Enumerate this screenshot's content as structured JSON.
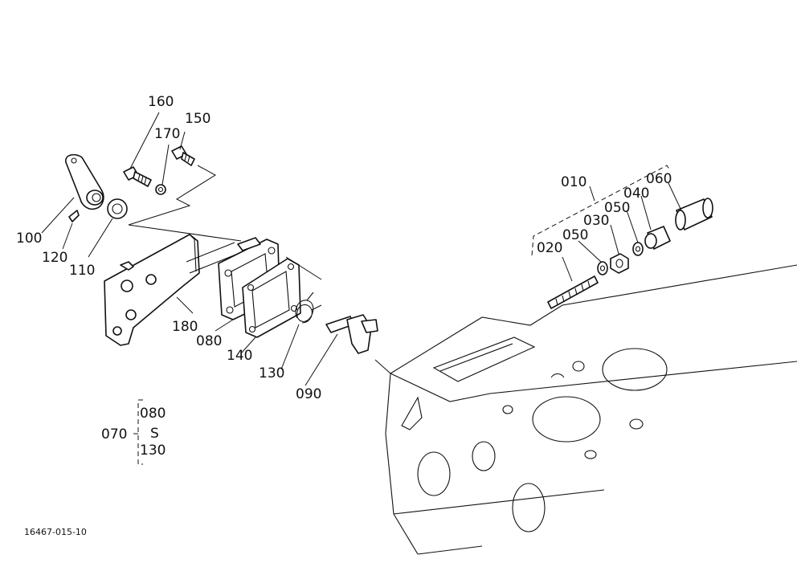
{
  "labels": {
    "p010": "010",
    "p020": "020",
    "p030": "030",
    "p040": "040",
    "p050a": "050",
    "p050b": "050",
    "p060": "060",
    "p070": "070",
    "p080": "080",
    "p090": "090",
    "p100": "100",
    "p110": "110",
    "p120": "120",
    "p130": "130",
    "p140": "140",
    "p150": "150",
    "p160": "160",
    "p170": "170",
    "p180": "180"
  },
  "group_070": {
    "from": "080",
    "sep": "S",
    "to": "130"
  },
  "drawing_code": "16467-015-10"
}
